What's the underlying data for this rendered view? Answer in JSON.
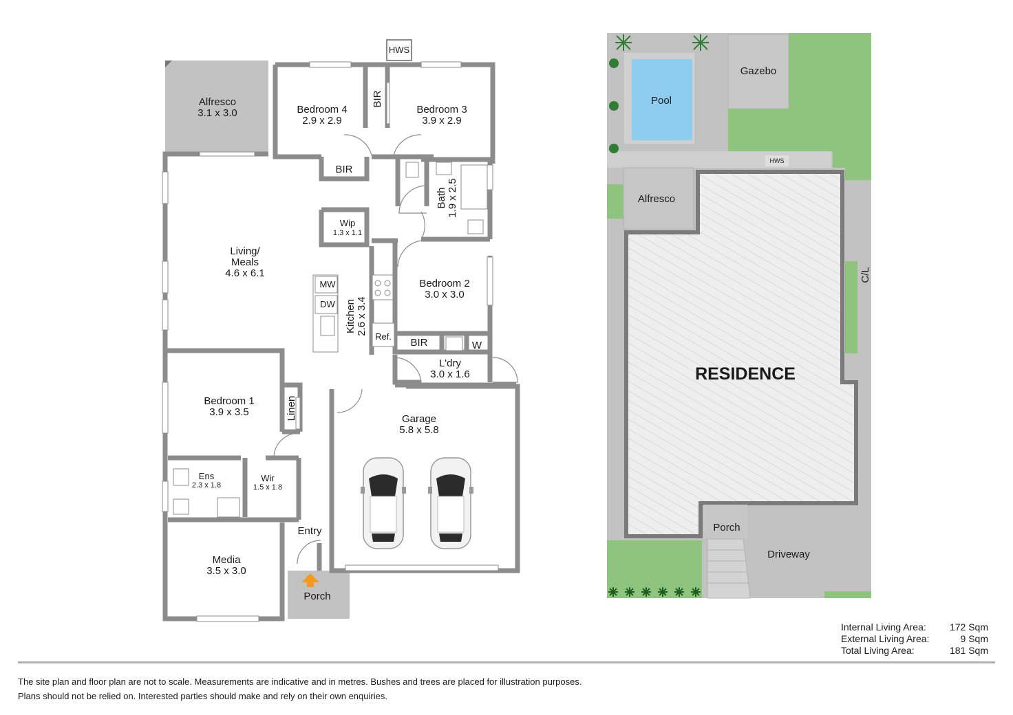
{
  "floor_plan": {
    "rooms": {
      "alfresco": {
        "name": "Alfresco",
        "dims": "3.1 x 3.0"
      },
      "bedroom4": {
        "name": "Bedroom 4",
        "dims": "2.9 x 2.9"
      },
      "bedroom3": {
        "name": "Bedroom 3",
        "dims": "3.9 x 2.9"
      },
      "bir_bed3": {
        "name": "BIR"
      },
      "bir_bed4": {
        "name": "BIR"
      },
      "hws": {
        "name": "HWS"
      },
      "bath": {
        "name": "Bath",
        "dims": "1.9 x 2.5"
      },
      "wip": {
        "name": "Wip",
        "dims": "1.3 x 1.1"
      },
      "living": {
        "name_line1": "Living/",
        "name_line2": "Meals",
        "dims": "4.6 x 6.1"
      },
      "kitchen": {
        "name": "Kitchen",
        "dims": "2.6 x 3.4"
      },
      "mw": {
        "name": "MW"
      },
      "dw": {
        "name": "DW"
      },
      "ref": {
        "name": "Ref."
      },
      "bedroom2": {
        "name": "Bedroom 2",
        "dims": "3.0 x 3.0"
      },
      "bir_bed2": {
        "name": "BIR"
      },
      "w": {
        "name": "W"
      },
      "laundry": {
        "name": "L'dry",
        "dims": "3.0 x 1.6"
      },
      "bedroom1": {
        "name": "Bedroom 1",
        "dims": "3.9 x 3.5"
      },
      "linen": {
        "name": "Linen"
      },
      "ens": {
        "name": "Ens",
        "dims": "2.3 x 1.8"
      },
      "wir": {
        "name": "Wir",
        "dims": "1.5 x 1.8"
      },
      "garage": {
        "name": "Garage",
        "dims": "5.8 x 5.8"
      },
      "entry": {
        "name": "Entry"
      },
      "media": {
        "name": "Media",
        "dims": "3.5 x 3.0"
      },
      "porch": {
        "name": "Porch"
      }
    }
  },
  "site_plan": {
    "pool": "Pool",
    "gazebo": "Gazebo",
    "hws": "HWS",
    "alfresco": "Alfresco",
    "residence": "RESIDENCE",
    "cl": "C/L",
    "porch": "Porch",
    "driveway": "Driveway"
  },
  "areas": [
    {
      "label": "Internal Living Area:",
      "value": "172 Sqm"
    },
    {
      "label": "External Living Area:",
      "value": "9 Sqm"
    },
    {
      "label": "Total Living Area:",
      "value": "181 Sqm"
    }
  ],
  "disclaimer": {
    "line1": "The site plan and floor plan are not to scale. Measurements are indicative and in metres. Bushes and trees are placed for illustration purposes.",
    "line2": "Plans should not be relied on. Interested parties should make and rely on their own enquiries."
  },
  "colors": {
    "wall": "#8c8c8c",
    "outdoor": "#c2c2c2",
    "grass": "#8fc47f",
    "pool": "#8ecdf0",
    "entry_arrow": "#f39a1e"
  }
}
